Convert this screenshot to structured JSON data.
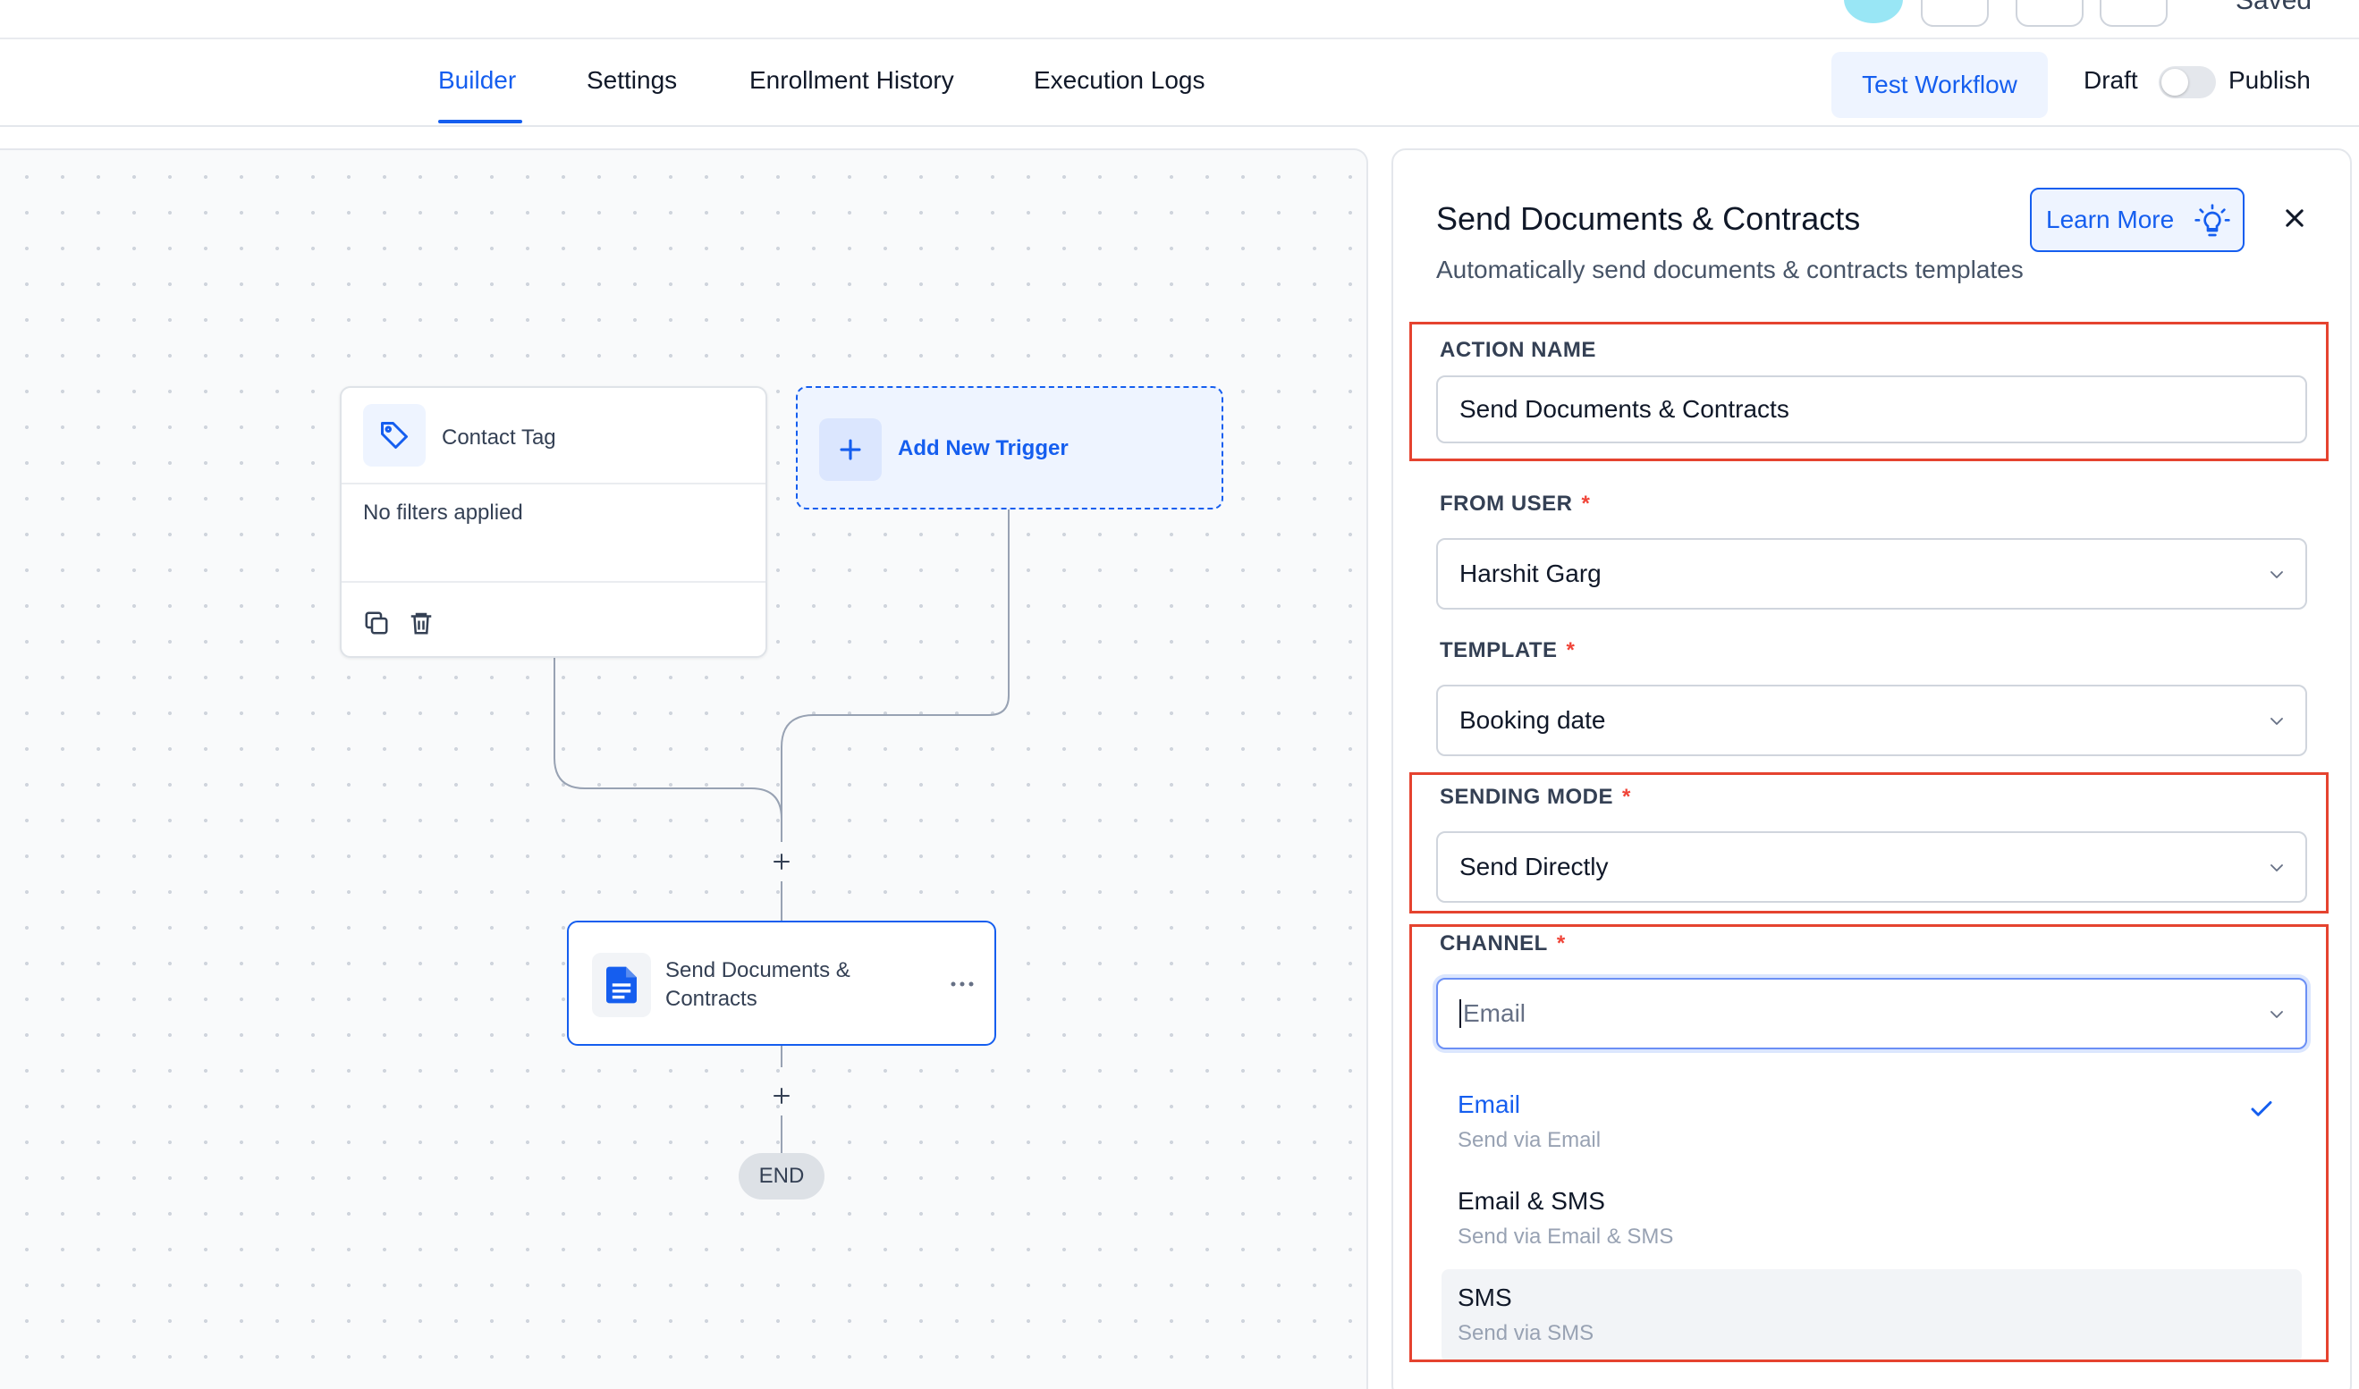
{
  "header": {
    "saved_label": "Saved"
  },
  "tabs": [
    {
      "label": "Builder",
      "active": true
    },
    {
      "label": "Settings",
      "active": false
    },
    {
      "label": "Enrollment History",
      "active": false
    },
    {
      "label": "Execution Logs",
      "active": false
    }
  ],
  "toolbar": {
    "test_workflow_label": "Test Workflow",
    "draft_label": "Draft",
    "publish_label": "Publish",
    "publish_toggle_on": false
  },
  "canvas": {
    "trigger_node": {
      "title": "Contact Tag",
      "filters_text": "No filters applied",
      "icon": "tag-icon"
    },
    "add_trigger_label": "Add New Trigger",
    "action_node": {
      "label": "Send Documents & Contracts",
      "icon": "document-icon"
    },
    "end_label": "END"
  },
  "panel": {
    "title": "Send Documents & Contracts",
    "subtitle": "Automatically send documents & contracts templates",
    "learn_more_label": "Learn More",
    "fields": {
      "action_name": {
        "label": "ACTION NAME",
        "value": "Send Documents & Contracts"
      },
      "from_user": {
        "label": "FROM USER",
        "value": "Harshit Garg",
        "required": true
      },
      "template": {
        "label": "TEMPLATE",
        "value": "Booking date",
        "required": true
      },
      "sending_mode": {
        "label": "SENDING MODE",
        "value": "Send Directly",
        "required": true
      },
      "channel": {
        "label": "CHANNEL",
        "value": "Email",
        "required": true
      }
    },
    "required_marker": "*",
    "channel_options": [
      {
        "label": "Email",
        "description": "Send via Email",
        "selected": true
      },
      {
        "label": "Email & SMS",
        "description": "Send via Email & SMS",
        "selected": false
      },
      {
        "label": "SMS",
        "description": "Send via SMS",
        "selected": false
      }
    ]
  },
  "colors": {
    "accent": "#155eef",
    "highlight_box": "#e5432f",
    "required": "#f04438"
  }
}
